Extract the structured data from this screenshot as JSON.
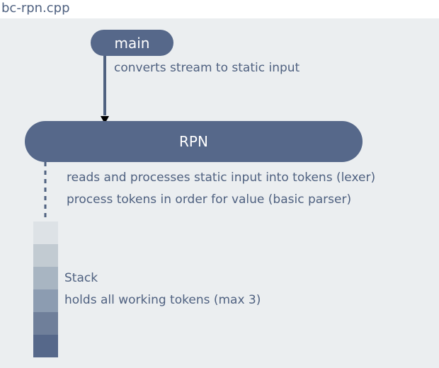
{
  "file": {
    "title": "bc-rpn.cpp"
  },
  "nodes": {
    "main": {
      "label": "main",
      "note": "converts stream to static input"
    },
    "rpn": {
      "label": "RPN",
      "notes": [
        "reads and processes static input into tokens (lexer)",
        "process tokens in order for value (basic parser)"
      ]
    },
    "stack": {
      "label": "Stack",
      "note": "holds all working tokens (max 3)",
      "cell_colors": [
        "#dde2e6",
        "#c2cbd2",
        "#a8b5c2",
        "#8c9cb1",
        "#6f7f9a",
        "#56688a"
      ]
    }
  },
  "colors": {
    "node": "#56688a",
    "text": "#4f6180",
    "canvas": "#ebeef0",
    "connector": "#4f6180",
    "arrowhead": "#000000"
  }
}
